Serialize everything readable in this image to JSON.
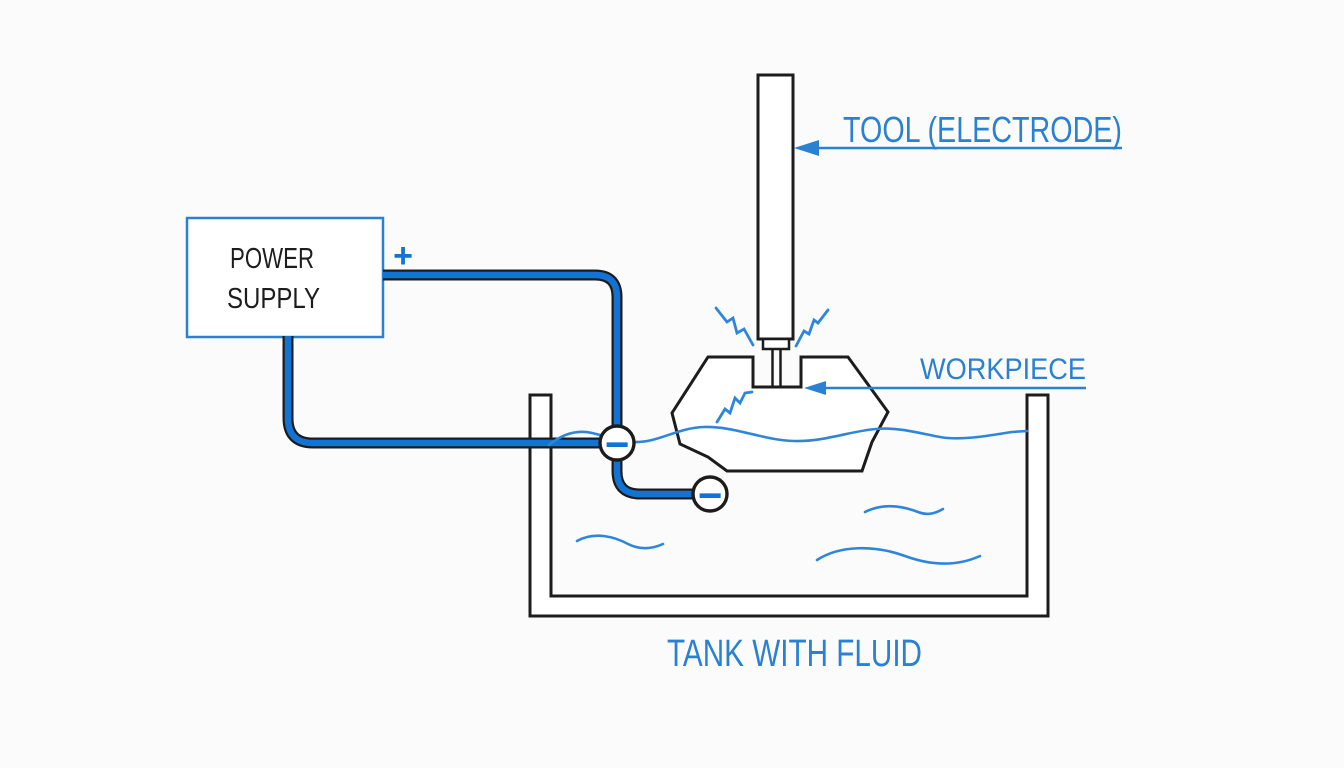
{
  "colors": {
    "wire_blue": "#1273d4",
    "label_blue": "#2a80d2",
    "water_blue": "#2e86dc",
    "outline_black": "#1c1c1c",
    "background": "#fbfbfc"
  },
  "power_supply": {
    "line1": "POWER",
    "line2": "SUPPLY"
  },
  "terminals": {
    "positive": "+",
    "negative": "−"
  },
  "labels": {
    "tool": "TOOL (ELECTRODE)",
    "workpiece": "WORKPIECE",
    "tank": "TANK WITH FLUID"
  }
}
